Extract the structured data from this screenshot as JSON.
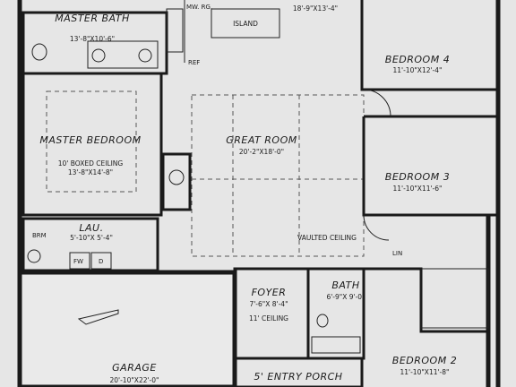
{
  "rooms": {
    "master_bath": {
      "name": "MASTER\nBATH",
      "dims": "13'-8\"X10'-6\""
    },
    "kitchen_top": {
      "dims": "18'-9\"X13'-4\""
    },
    "island": {
      "label": "ISLAND"
    },
    "mw_rg": {
      "label": "MW.\nRG."
    },
    "ref": {
      "label": "REF"
    },
    "bedroom4": {
      "name": "BEDROOM 4",
      "dims": "11'-10\"X12'-4\""
    },
    "master_bedroom": {
      "name": "MASTER\nBEDROOM",
      "ceiling": "10' BOXED CEILING",
      "dims": "13'-8\"X14'-8\""
    },
    "great_room": {
      "name": "GREAT ROOM",
      "dims": "20'-2\"X18'-0\"",
      "vaulted": "VAULTED\nCEILING"
    },
    "bedroom3": {
      "name": "BEDROOM 3",
      "dims": "11'-10\"X11'-6\""
    },
    "laundry": {
      "name": "LAU.",
      "dims": "5'-10\"X\n5'-4\""
    },
    "brm": {
      "label": "BRM"
    },
    "fw": {
      "label": "FW"
    },
    "d": {
      "label": "D"
    },
    "lin": {
      "label": "LIN"
    },
    "foyer": {
      "name": "FOYER",
      "dims": "7'-6\"X\n8'-4\"",
      "ceiling": "11' CEILING"
    },
    "bath": {
      "name": "BATH",
      "dims": "6'-9\"X\n9'-0\""
    },
    "garage": {
      "name": "GARAGE",
      "dims": "20'-10\"X22'-0\""
    },
    "entry_porch": {
      "name": "5' ENTRY PORCH"
    },
    "bedroom2": {
      "name": "BEDROOM 2",
      "dims": "11'-10\"X11'-8\""
    }
  }
}
